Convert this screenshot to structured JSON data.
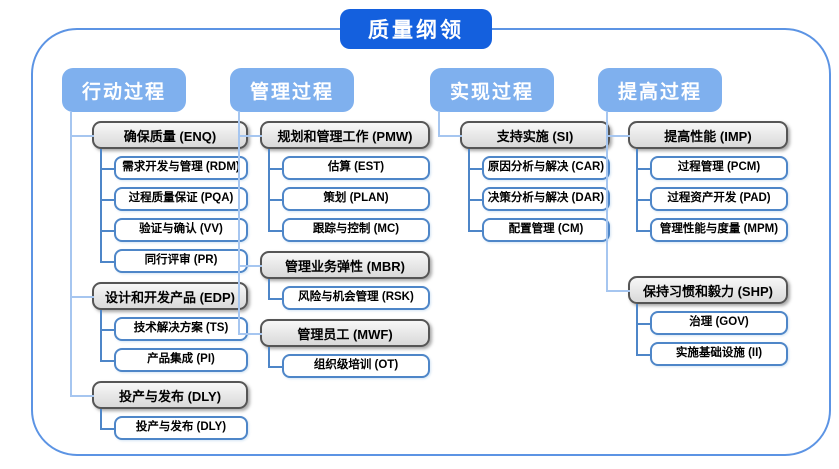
{
  "title": "质量纲领",
  "colors": {
    "title_bg": "#1460DE",
    "header_bg": "#7FB0EE",
    "frame_border": "#5C94E4",
    "connector_light": "#A6C6F0",
    "connector": "#4E86C8",
    "child_border": "#4E86C8",
    "parent_fill": "#D9D9D9",
    "parent_border": "#555555"
  },
  "columns": [
    {
      "header": "行动过程",
      "groups": [
        {
          "label": "确保质量 (ENQ)",
          "children": [
            "需求开发与管理 (RDM)",
            "过程质量保证 (PQA)",
            "验证与确认 (VV)",
            "同行评审 (PR)"
          ]
        },
        {
          "label": "设计和开发产品 (EDP)",
          "children": [
            "技术解决方案 (TS)",
            "产品集成 (PI)"
          ]
        },
        {
          "label": "投产与发布 (DLY)",
          "children": [
            "投产与发布 (DLY)"
          ]
        }
      ]
    },
    {
      "header": "管理过程",
      "groups": [
        {
          "label": "规划和管理工作 (PMW)",
          "children": [
            "估算 (EST)",
            "策划 (PLAN)",
            "跟踪与控制 (MC)"
          ]
        },
        {
          "label": "管理业务弹性 (MBR)",
          "children": [
            "风险与机会管理 (RSK)"
          ]
        },
        {
          "label": "管理员工 (MWF)",
          "children": [
            "组织级培训 (OT)"
          ]
        }
      ]
    },
    {
      "header": "实现过程",
      "groups": [
        {
          "label": "支持实施 (SI)",
          "children": [
            "原因分析与解决 (CAR)",
            "决策分析与解决 (DAR)",
            "配置管理 (CM)"
          ]
        }
      ]
    },
    {
      "header": "提高过程",
      "groups": [
        {
          "label": "提高性能 (IMP)",
          "children": [
            "过程管理 (PCM)",
            "过程资产开发 (PAD)",
            "管理性能与度量 (MPM)"
          ]
        },
        {
          "label": "保持习惯和毅力 (SHP)",
          "gap_before": true,
          "children": [
            "治理 (GOV)",
            "实施基础设施 (II)"
          ]
        }
      ]
    }
  ]
}
